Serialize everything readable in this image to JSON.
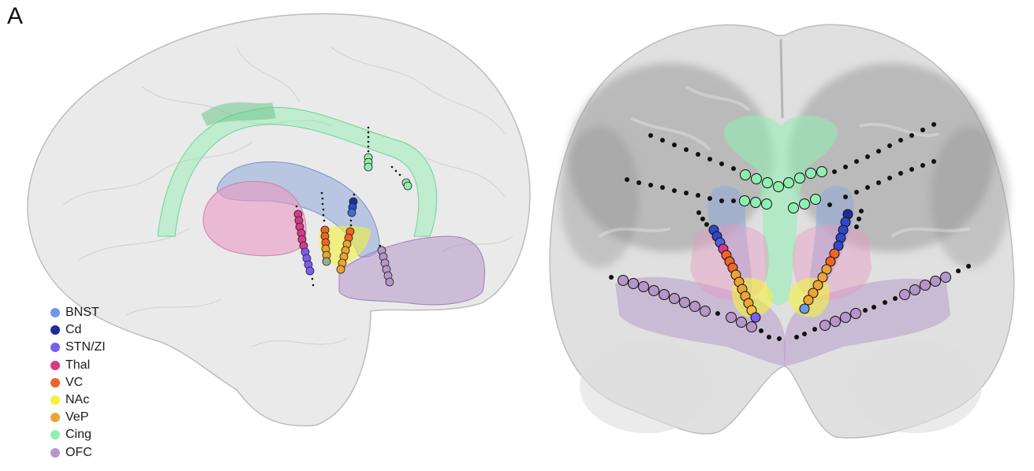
{
  "figure": {
    "panel_label": "A",
    "views": [
      "sagittal",
      "coronal"
    ]
  },
  "legend": {
    "items": [
      {
        "label": "BNST",
        "color": "#6f97f0"
      },
      {
        "label": "Cd",
        "color": "#1f2d96"
      },
      {
        "label": "STN/ZI",
        "color": "#7a5ef0"
      },
      {
        "label": "Thal",
        "color": "#d63b8a"
      },
      {
        "label": "VC",
        "color": "#ee6526"
      },
      {
        "label": "NAc",
        "color": "#f2f23c"
      },
      {
        "label": "VeP",
        "color": "#eca436"
      },
      {
        "label": "Cing",
        "color": "#8ef0b0"
      },
      {
        "label": "OFC",
        "color": "#b496c8"
      }
    ]
  },
  "colors": {
    "brain_fill": "#cfcfcf",
    "brain_dark": "#8c8c8c",
    "contact_outline": "#111111"
  }
}
